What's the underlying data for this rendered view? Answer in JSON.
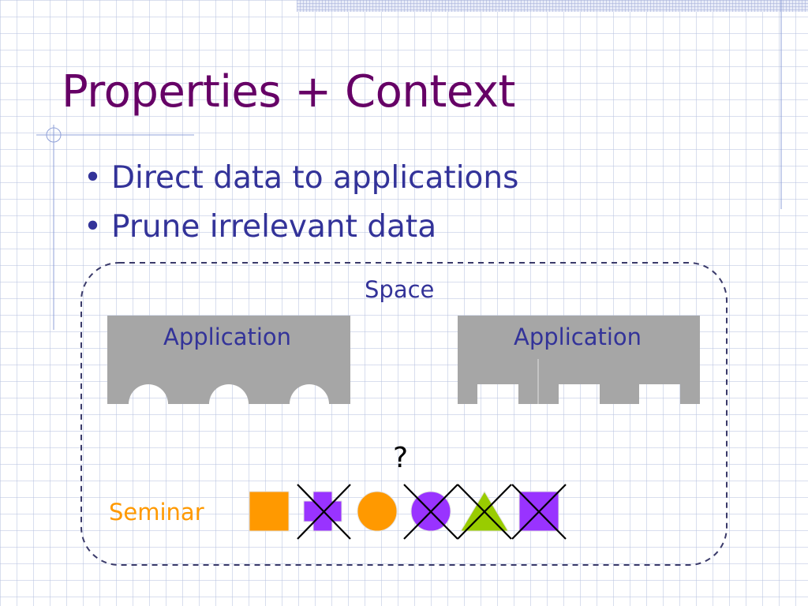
{
  "slide": {
    "title": "Properties + Context",
    "bullets": [
      {
        "marker": "•",
        "text": "Direct data to applications"
      },
      {
        "marker": "•",
        "text": "Prune irrelevant data"
      }
    ]
  },
  "diagram": {
    "space_label": "Space",
    "app1_label": "Application",
    "app2_label": "Application",
    "question_mark": "?",
    "seminar_label": "Seminar",
    "seminar_items": [
      {
        "shape": "square",
        "color": "#ff9900",
        "crossed": false
      },
      {
        "shape": "cross-square",
        "color": "#9933ff",
        "crossed": true
      },
      {
        "shape": "circle",
        "color": "#ff9900",
        "crossed": false
      },
      {
        "shape": "circle",
        "color": "#9933ff",
        "crossed": true
      },
      {
        "shape": "triangle",
        "color": "#99cc00",
        "crossed": true
      },
      {
        "shape": "square",
        "color": "#9933ff",
        "crossed": true
      }
    ]
  },
  "colors": {
    "title": "#660066",
    "body_text": "#333399",
    "application_fill": "#a6a6a6",
    "space_border": "#3a3a6a",
    "seminar_text": "#ff9900"
  }
}
